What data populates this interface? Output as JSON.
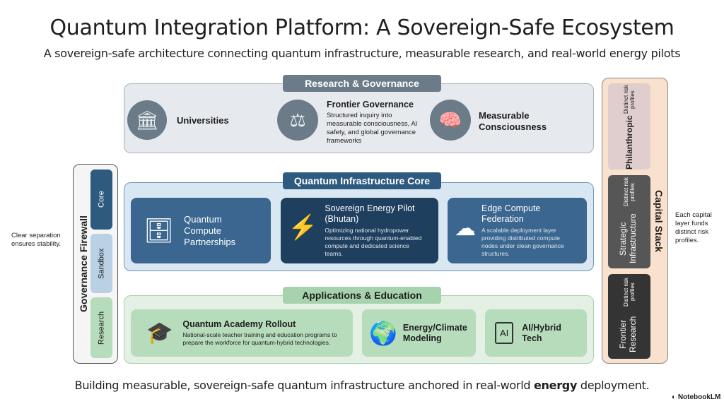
{
  "title": "Quantum Integration Platform: A Sovereign-Safe Ecosystem",
  "subtitle": "A sovereign-safe architecture connecting quantum infrastructure, measurable research, and real-world energy pilots",
  "research": {
    "label": "Research & Governance",
    "universities": "Universities",
    "frontier_title": "Frontier Governance",
    "frontier_desc": "Structured inquiry into measurable consciousness, AI safety, and global governance frameworks",
    "measurable": "Measurable Consciousness"
  },
  "core": {
    "label": "Quantum Infrastructure Core",
    "cards": [
      {
        "title": "Quantum Compute Partnerships"
      },
      {
        "title": "Sovereign Energy Pilot (Bhutan)",
        "desc": "Optimizing national hydropower resources through quantum-enabled compute and dedicated science teams."
      },
      {
        "title": "Edge Compute Federation",
        "desc": "A scalable deployment layer providing distributed compute nodes under clean governance structures."
      }
    ]
  },
  "apps": {
    "label": "Applications & Education",
    "cards": [
      {
        "title": "Quantum Academy Rollout",
        "desc": "National-scale teacher training and education programs to prepare the workforce for quantum-hybrid technologies."
      },
      {
        "title": "Energy/Climate Modeling"
      },
      {
        "title": "AI/Hybrid Tech",
        "chip": "AI"
      }
    ]
  },
  "firewall": {
    "label": "Governance Firewall",
    "segments": [
      "Core",
      "Sandbox",
      "Research"
    ],
    "note": "Clear separation ensures stability."
  },
  "capital": {
    "label": "Capital Stack",
    "segments": [
      {
        "title": "Philanthropic",
        "sub": "Distinct risk profiles"
      },
      {
        "title": "Strategic Infrastructure",
        "sub": "Distinct risk profiles"
      },
      {
        "title": "Frontier Research",
        "sub": "Distinct risk profiles"
      }
    ],
    "note": "Each capital layer funds distinct risk profiles."
  },
  "footer": {
    "before": "Building measurable, sovereign-safe quantum infrastructure anchored in real-world ",
    "bold": "energy",
    "after": " deployment."
  },
  "brand": "NotebookLM"
}
